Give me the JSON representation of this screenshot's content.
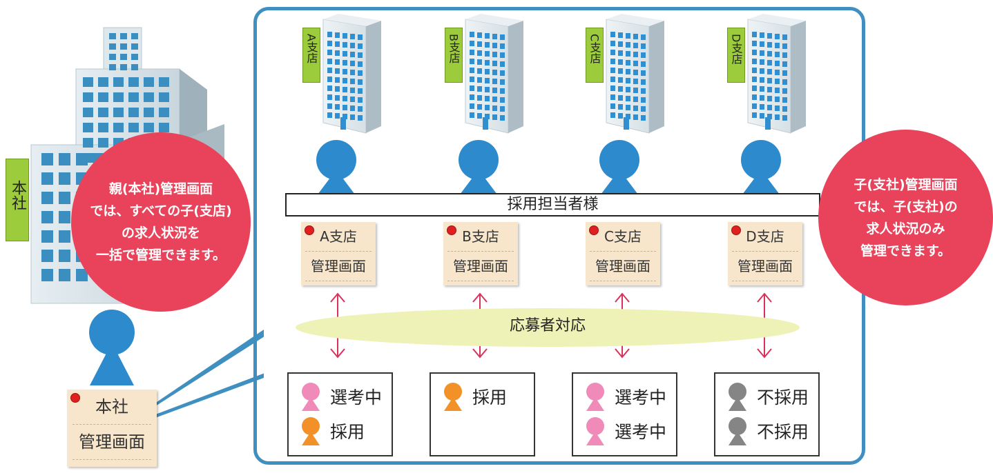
{
  "headquarters": {
    "sign": "本社",
    "bubble_lines": [
      "親(本社)管理画面",
      "では、すべての子(支店)",
      "の求人状況を",
      "一括で管理できます。"
    ],
    "note_lines": [
      "本社",
      "管理画面"
    ]
  },
  "child_bubble_lines": [
    "子(支社)管理画面",
    "では、子(支社)の",
    "求人状況のみ",
    "管理できます。"
  ],
  "banner": "採用担当者様",
  "applicant_label": "応募者対応",
  "branches": [
    {
      "sign": "A支店",
      "note_lines": [
        "A支店",
        "管理画面"
      ],
      "applicants": [
        {
          "status": "選考中",
          "color": "#f08ab8"
        },
        {
          "status": "採用",
          "color": "#f29128"
        }
      ]
    },
    {
      "sign": "B支店",
      "note_lines": [
        "B支店",
        "管理画面"
      ],
      "applicants": [
        {
          "status": "採用",
          "color": "#f29128"
        }
      ]
    },
    {
      "sign": "C支店",
      "note_lines": [
        "C支店",
        "管理画面"
      ],
      "applicants": [
        {
          "status": "選考中",
          "color": "#f08ab8"
        },
        {
          "status": "選考中",
          "color": "#f08ab8"
        }
      ]
    },
    {
      "sign": "D支店",
      "note_lines": [
        "D支店",
        "管理画面"
      ],
      "applicants": [
        {
          "status": "不採用",
          "color": "#858585"
        },
        {
          "status": "不採用",
          "color": "#858585"
        }
      ]
    }
  ],
  "colors": {
    "frame": "#3f8fc0",
    "bubble": "#e8435a",
    "person": "#2d8acd",
    "arrow": "#d9315a",
    "ellipse": "#eff2b6",
    "note": "#f7e6cc"
  }
}
